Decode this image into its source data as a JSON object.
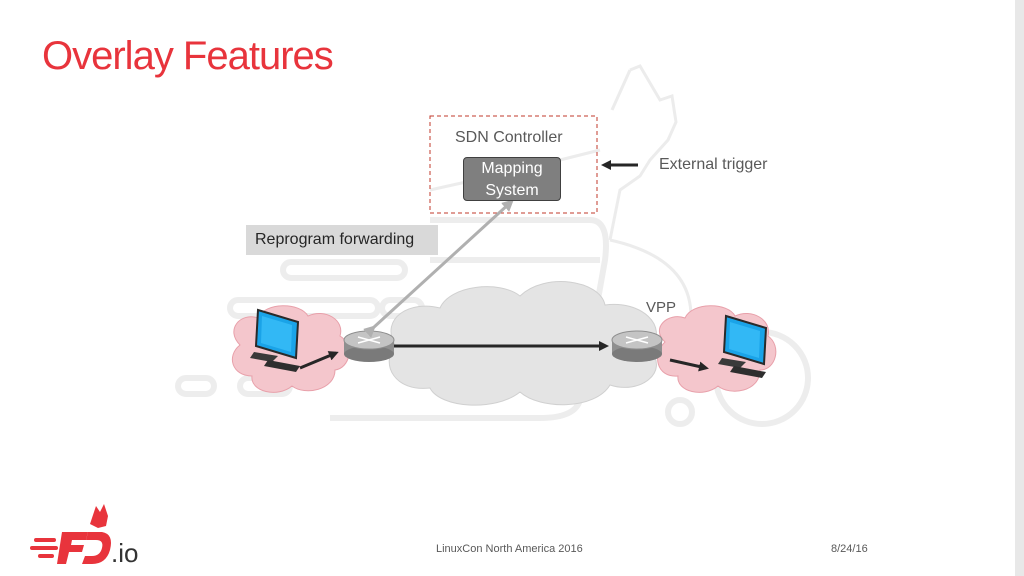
{
  "slide": {
    "title": "Overlay Features"
  },
  "diagram": {
    "sdn_controller_label": "SDN Controller",
    "mapping_system_label": [
      "Mapping",
      "System"
    ],
    "external_trigger_label": "External trigger",
    "reprogram_label": "Reprogram forwarding",
    "vpp_label": "VPP"
  },
  "footer": {
    "event": "LinuxCon North America 2016",
    "date": "8/24/16",
    "logo_suffix": ".io"
  },
  "colors": {
    "title": "#e8343c",
    "dashed_border": "#c0392b",
    "cloud_pink": "#f4c6cc",
    "cloud_grey": "#e4e4e4",
    "mapping_box": "#7f7f7f",
    "reprogram_box": "#d9d9d9"
  },
  "icons": [
    "computer-icon",
    "router-icon",
    "fd-io-logo"
  ]
}
